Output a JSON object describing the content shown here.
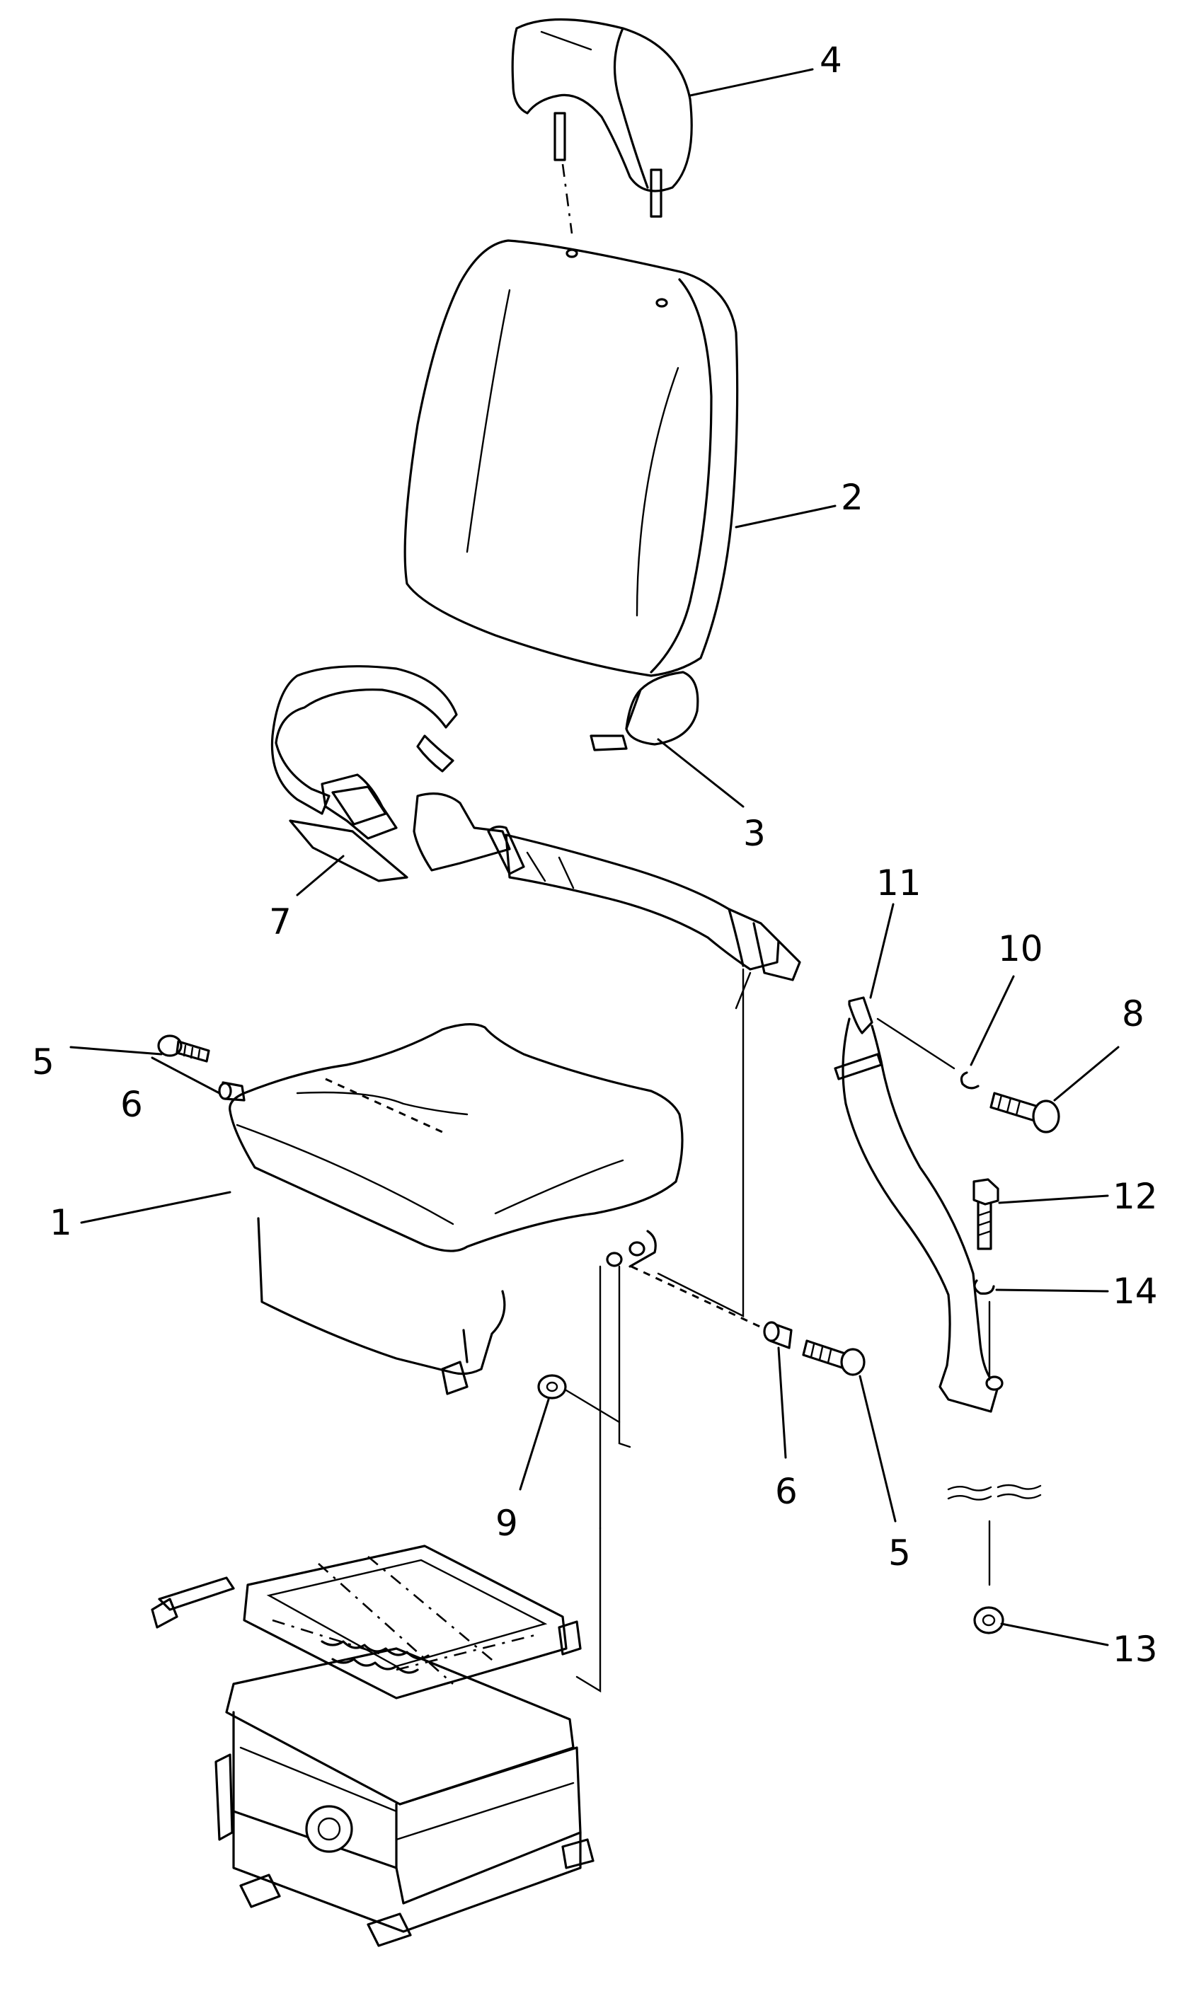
{
  "callouts": {
    "c1": "1",
    "c2": "2",
    "c3": "3",
    "c4": "4",
    "c5a": "5",
    "c5b": "5",
    "c6a": "6",
    "c6b": "6",
    "c7": "7",
    "c8": "8",
    "c9": "9",
    "c10": "10",
    "c11": "11",
    "c12": "12",
    "c13": "13",
    "c14": "14"
  }
}
